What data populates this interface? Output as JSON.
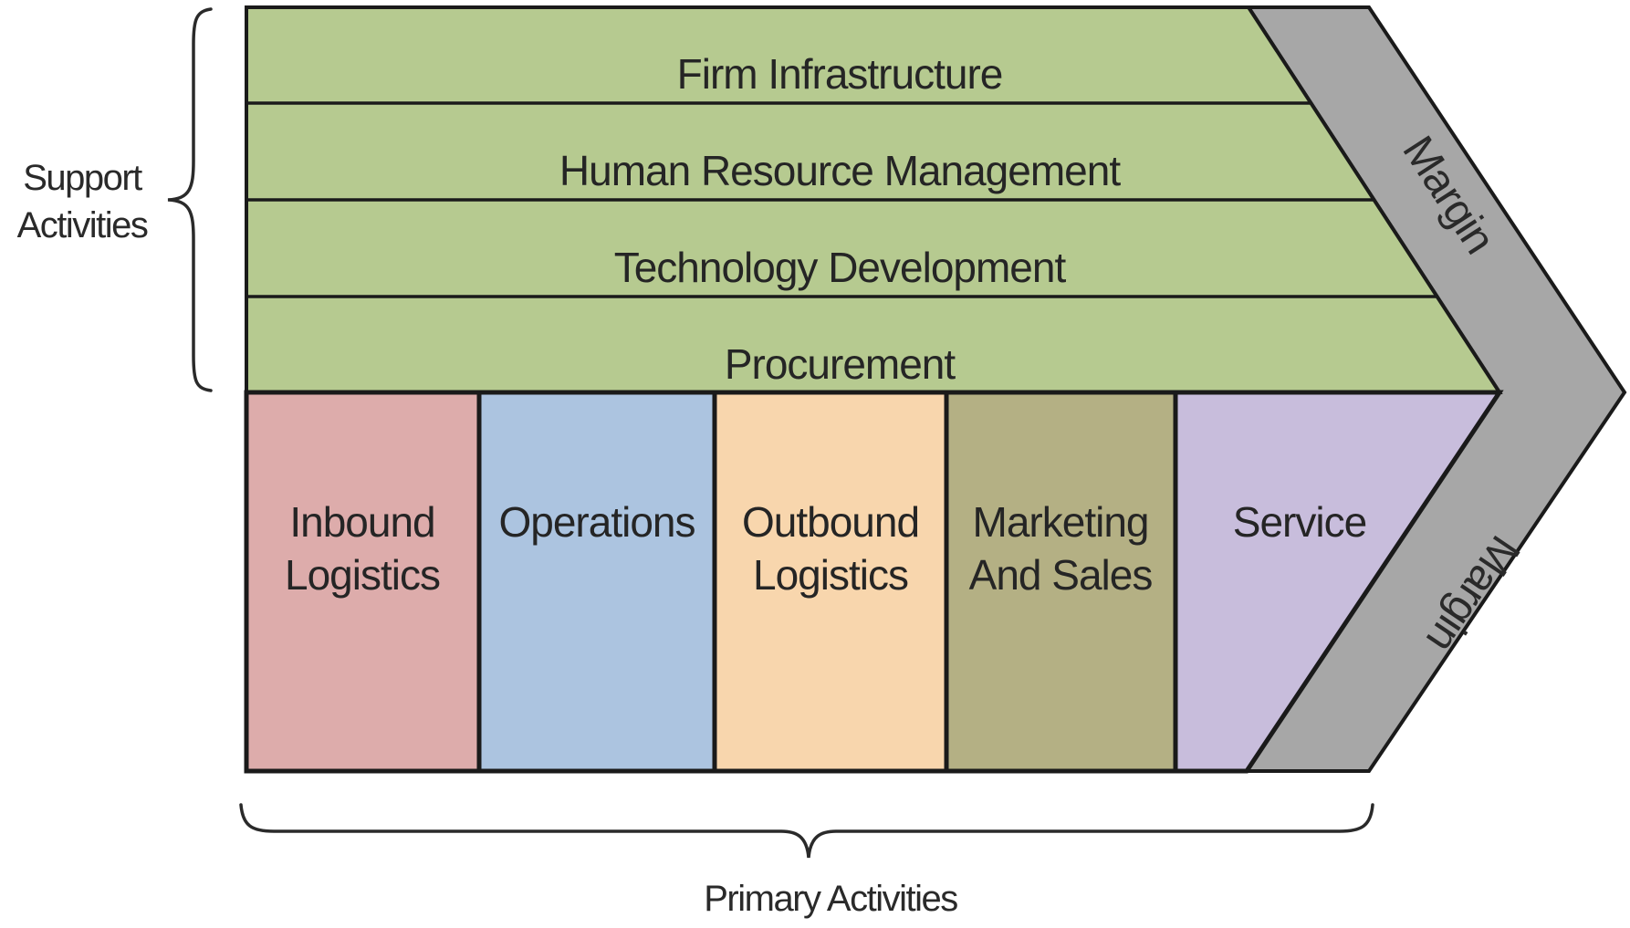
{
  "diagram": {
    "support_group_label": {
      "line1": "Support",
      "line2": "Activities"
    },
    "primary_group_label": "Primary Activities",
    "margin": {
      "top": "Margin",
      "bottom": "Margin"
    },
    "support_rows": [
      {
        "label": "Firm Infrastructure"
      },
      {
        "label": "Human Resource Management"
      },
      {
        "label": "Technology Development"
      },
      {
        "label": "Procurement"
      }
    ],
    "primary_blocks": [
      {
        "line1": "Inbound",
        "line2": "Logistics",
        "color": "#ddacab"
      },
      {
        "line1": "Operations",
        "color": "#acc4e0"
      },
      {
        "line1": "Outbound",
        "line2": "Logistics",
        "color": "#f8d6ad"
      },
      {
        "line1": "Marketing",
        "line2": "And Sales",
        "color": "#b4b084"
      },
      {
        "line1": "Service",
        "color": "#c8bddc"
      }
    ],
    "colors": {
      "support_band": "#b6ca90",
      "margin_band": "#a7a7a7",
      "outline": "#1a1a1a",
      "text": "#252525",
      "background": "#ffffff"
    }
  }
}
